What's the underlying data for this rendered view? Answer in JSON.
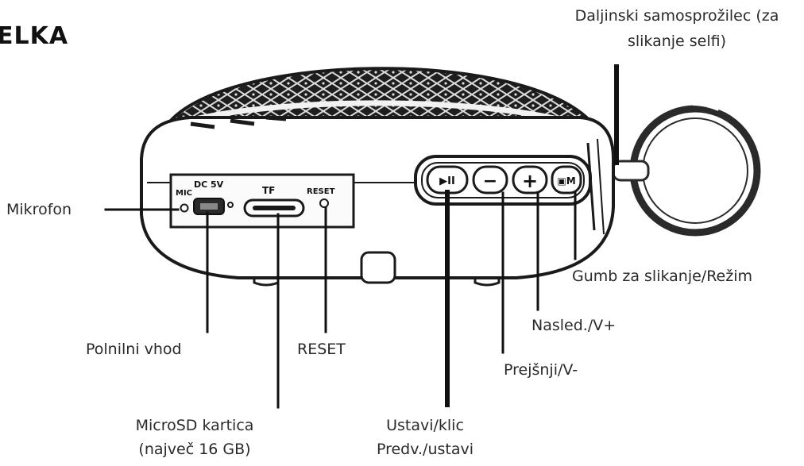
{
  "title": "ELKA",
  "device": {
    "panel_labels": {
      "mic": "MIC",
      "dc": "DC 5V",
      "card": "TF",
      "reset": "RESET"
    },
    "button_glyphs": {
      "play": "▶II",
      "minus": "−",
      "plus": "+",
      "mode": "▣M"
    }
  },
  "callouts": {
    "remote": [
      "Daljinski samosprožilec (za",
      "slikanje selfi)"
    ],
    "mic": "Mikrofon",
    "charge": "Polnilni vhod",
    "microsd": [
      "MicroSD kartica",
      "(največ 16 GB)"
    ],
    "reset": "RESET",
    "play": [
      "Ustavi/klic",
      "Predv./ustavi"
    ],
    "prev": "Prejšnji/V-",
    "next": "Nasled./V+",
    "mode": "Gumb za slikanje/Režim"
  }
}
